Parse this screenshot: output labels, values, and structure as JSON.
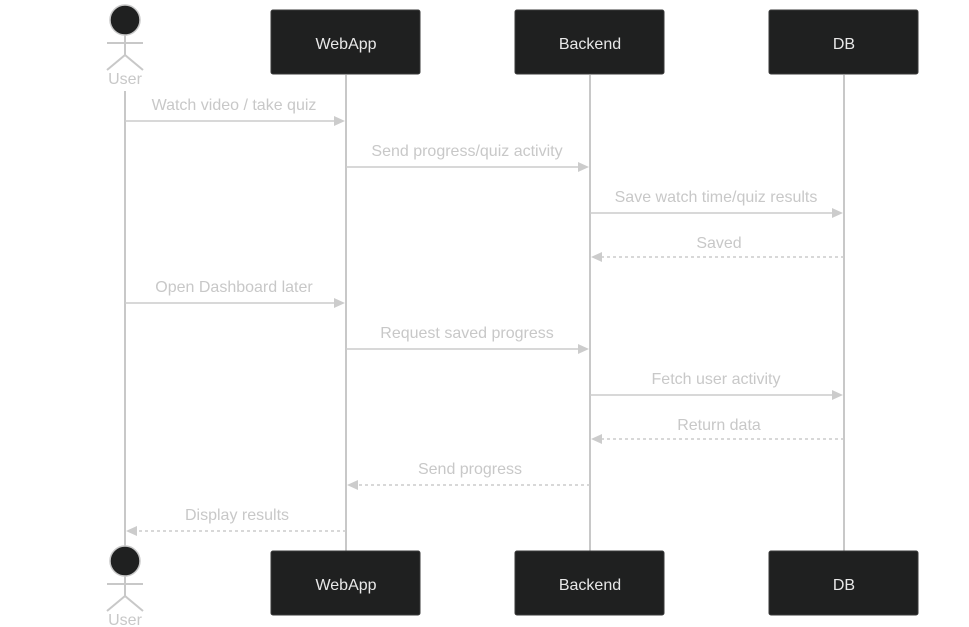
{
  "diagram": {
    "actor": {
      "label": "User"
    },
    "participants": [
      {
        "id": "webapp",
        "label": "WebApp"
      },
      {
        "id": "backend",
        "label": "Backend"
      },
      {
        "id": "db",
        "label": "DB"
      }
    ],
    "messages": [
      {
        "from": "user",
        "to": "webapp",
        "label": "Watch video / take quiz",
        "style": "solid"
      },
      {
        "from": "webapp",
        "to": "backend",
        "label": "Send progress/quiz activity",
        "style": "solid"
      },
      {
        "from": "backend",
        "to": "db",
        "label": "Save watch time/quiz results",
        "style": "solid"
      },
      {
        "from": "db",
        "to": "backend",
        "label": "Saved",
        "style": "dashed"
      },
      {
        "from": "user",
        "to": "webapp",
        "label": "Open Dashboard later",
        "style": "solid"
      },
      {
        "from": "webapp",
        "to": "backend",
        "label": "Request saved progress",
        "style": "solid"
      },
      {
        "from": "backend",
        "to": "db",
        "label": "Fetch user activity",
        "style": "solid"
      },
      {
        "from": "db",
        "to": "backend",
        "label": "Return data",
        "style": "dashed"
      },
      {
        "from": "backend",
        "to": "webapp",
        "label": "Send progress",
        "style": "dashed"
      },
      {
        "from": "webapp",
        "to": "user",
        "label": "Display results",
        "style": "dashed"
      }
    ]
  },
  "colors": {
    "participant_fill": "#1f2020",
    "line": "#cccccc",
    "text": "#c8c8c8"
  }
}
